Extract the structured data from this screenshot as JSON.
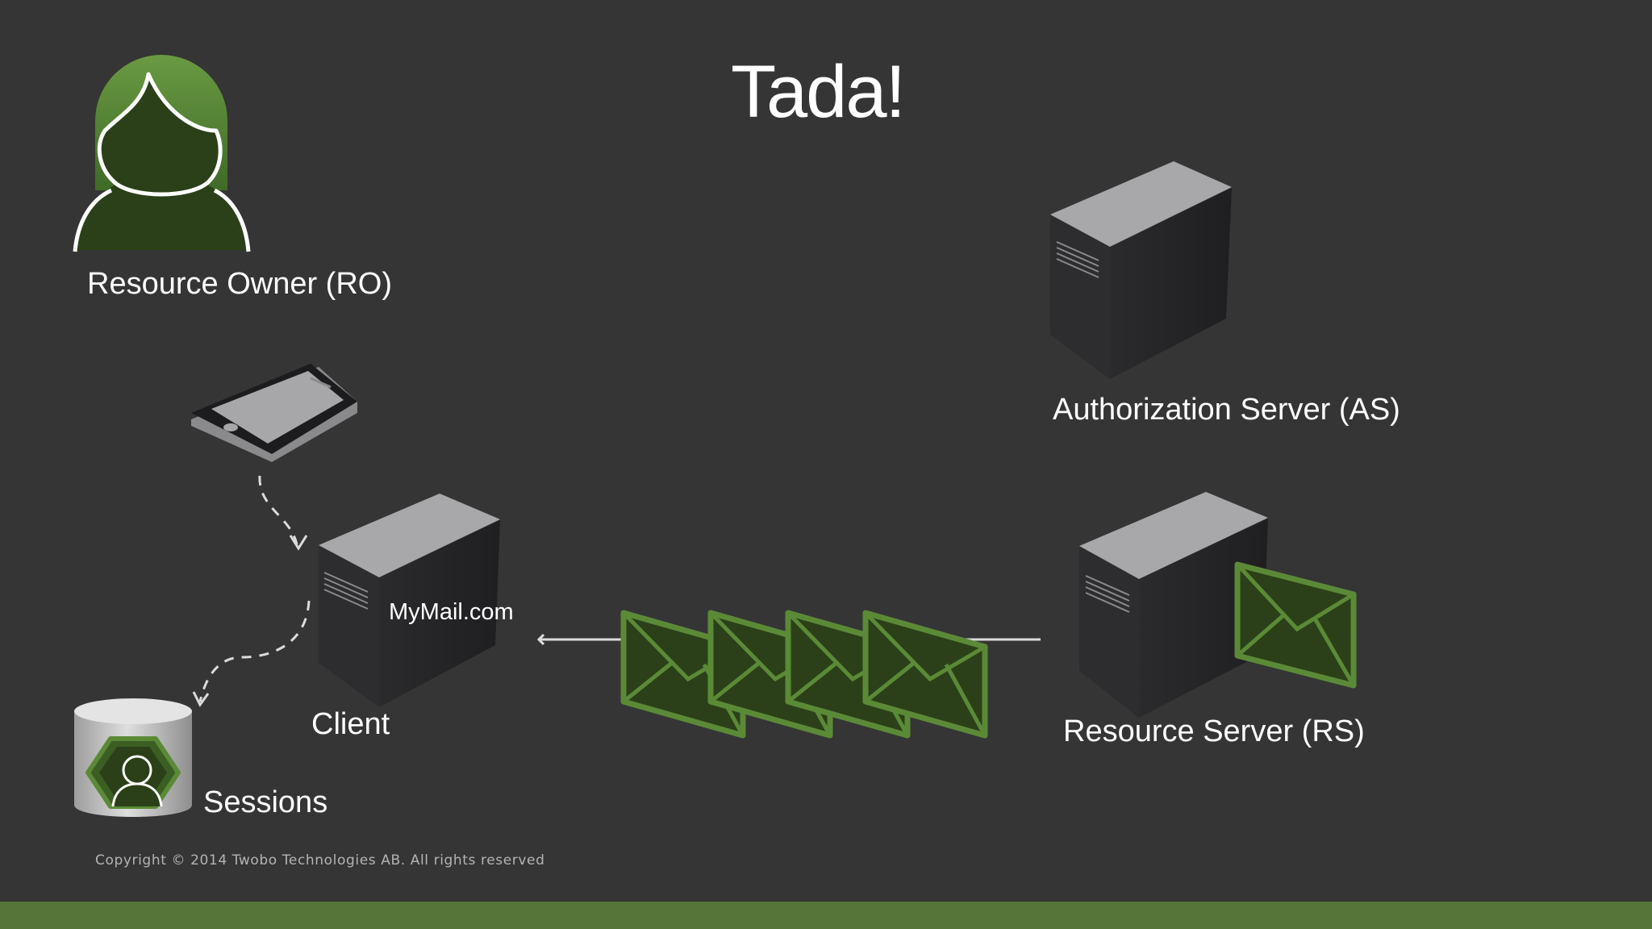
{
  "slide": {
    "title": "Tada!",
    "copyright": "Copyright © 2014 Twobo Technologies AB. All rights reserved"
  },
  "actors": {
    "resource_owner": {
      "label": "Resource Owner (RO)",
      "icon": "person-icon"
    },
    "authorization_server": {
      "label": "Authorization Server (AS)",
      "icon": "server-icon"
    },
    "resource_server": {
      "label": "Resource Server (RS)",
      "icon": "server-icon"
    },
    "client": {
      "label": "Client",
      "domain": "MyMail.com",
      "icon": "server-icon"
    },
    "sessions": {
      "label": "Sessions",
      "icon": "database-icon"
    },
    "device": {
      "icon": "tablet-icon"
    }
  },
  "colors": {
    "background": "#353535",
    "accent_green": "#5b8a37",
    "dark_green": "#2b4019",
    "footer_bar": "#567538",
    "server_top": "#a8a7aa",
    "server_body": "#262626"
  }
}
